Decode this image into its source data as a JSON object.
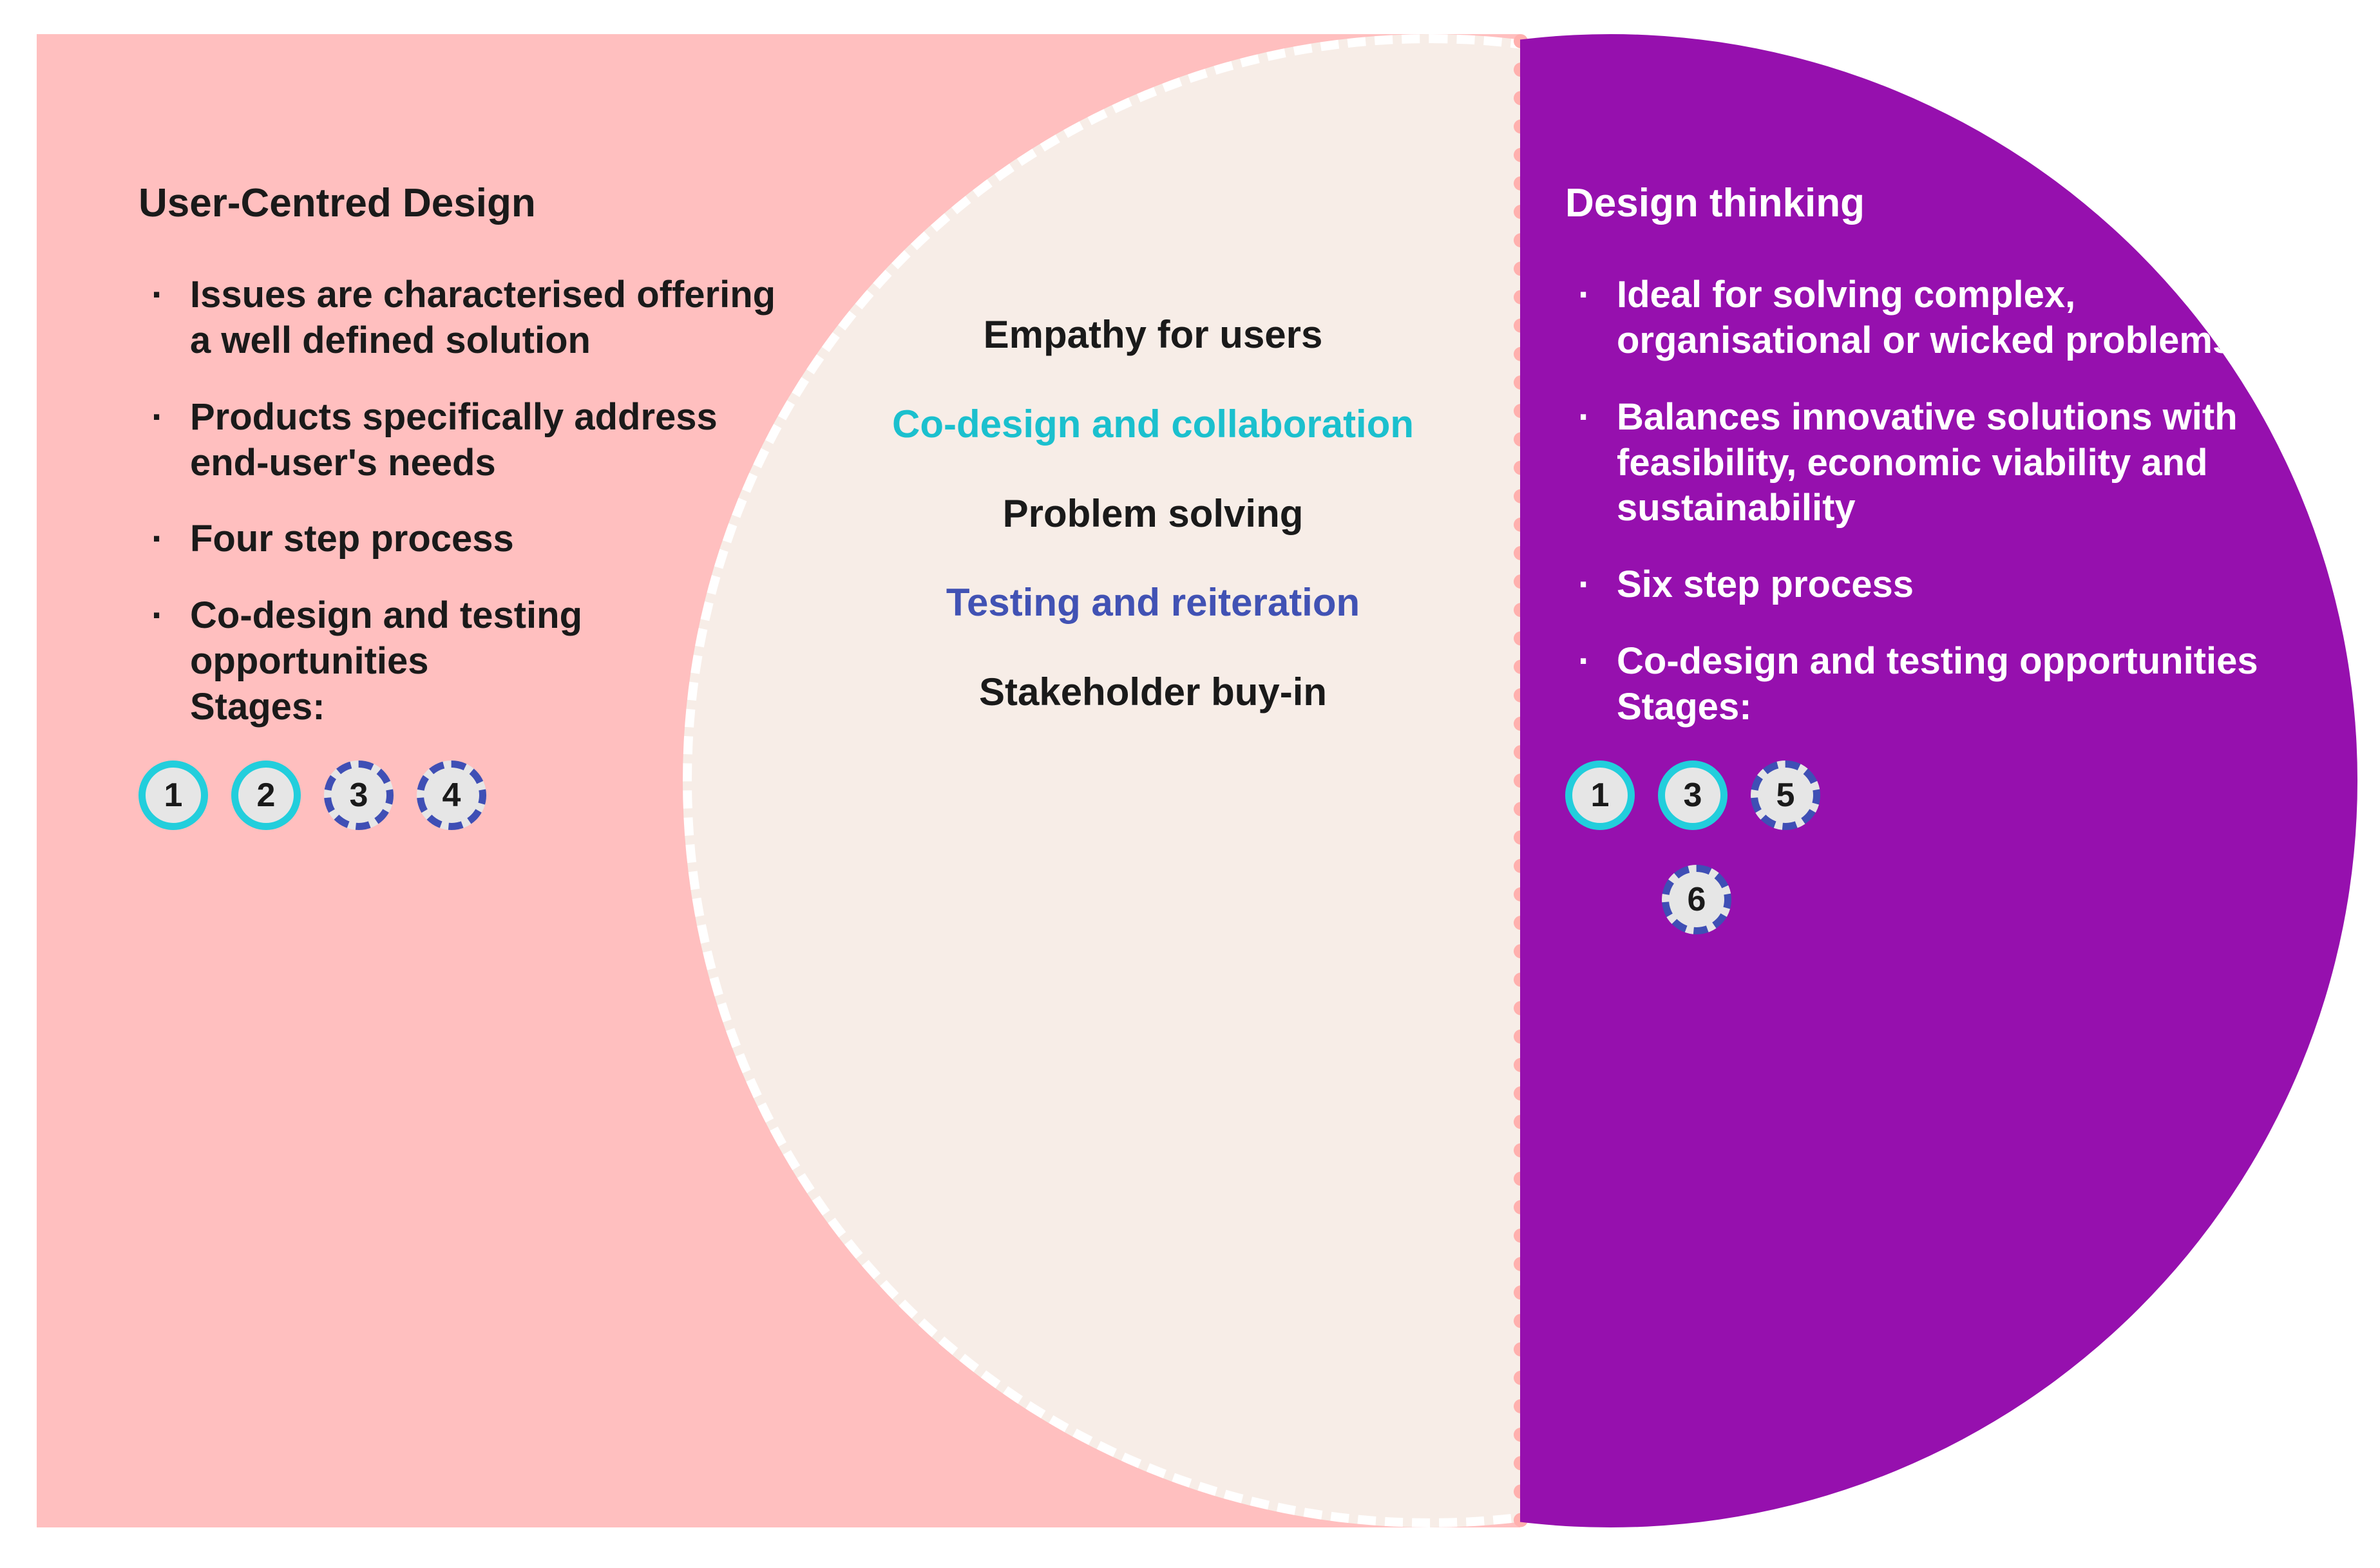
{
  "colors": {
    "pink_panel": "#FFBFBF",
    "centre_fill": "#F7EDE7",
    "purple_fill": "#9610AE",
    "cyan_accent": "#1BC0CE",
    "blue_accent": "#4152B4",
    "divider_dot": "#FFB0AE",
    "stage_fill": "#E6E6E6"
  },
  "left": {
    "heading": "User-Centred Design",
    "bullets": [
      "Issues are characterised offering a well defined solution",
      "Products specifically address end-user's needs",
      "Four step process"
    ],
    "last_bullet": {
      "text": "Co-design and testing opportunities",
      "stages_label": "Stages:"
    },
    "stages": [
      {
        "number": "1",
        "style": "solid"
      },
      {
        "number": "2",
        "style": "solid"
      },
      {
        "number": "3",
        "style": "dashed"
      },
      {
        "number": "4",
        "style": "dashed"
      }
    ]
  },
  "centre": {
    "items": [
      {
        "text": "Empathy for users",
        "color": "black"
      },
      {
        "text": "Co-design and collaboration",
        "color": "cyan"
      },
      {
        "text": "Problem solving",
        "color": "black"
      },
      {
        "text": "Testing and reiteration",
        "color": "blue"
      },
      {
        "text": "Stakeholder buy-in",
        "color": "black"
      }
    ]
  },
  "right": {
    "heading": "Design thinking",
    "bullets": [
      "Ideal for solving complex, organisational or wicked problems",
      "Balances innovative solutions with feasibility, economic viability and sustainability",
      "Six step process"
    ],
    "last_bullet": {
      "text": "Co-design and testing opportunities",
      "stages_label": "Stages:"
    },
    "stages_row1": [
      {
        "number": "1",
        "style": "solid"
      },
      {
        "number": "3",
        "style": "solid"
      },
      {
        "number": "5",
        "style": "dashed"
      }
    ],
    "stages_row2": [
      {
        "number": "6",
        "style": "dashed"
      }
    ]
  },
  "bullet_glyph": "·"
}
